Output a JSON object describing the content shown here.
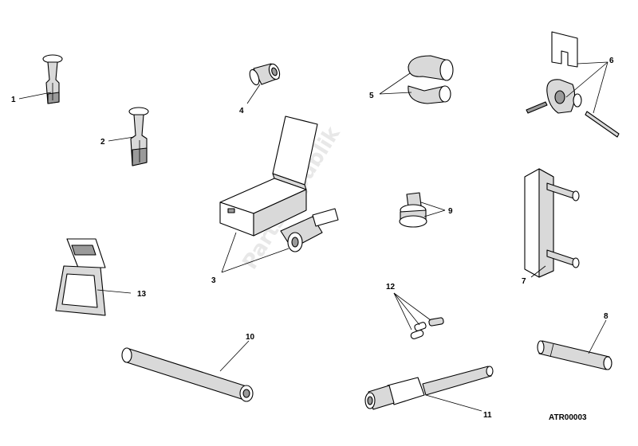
{
  "watermark": "PartsRepublik",
  "reference": "ATR00003",
  "callouts": {
    "c1": "1",
    "c2": "2",
    "c3": "3",
    "c4": "4",
    "c5": "5",
    "c6": "6",
    "c7": "7",
    "c8": "8",
    "c9": "9",
    "c10": "10",
    "c11": "11",
    "c12": "12",
    "c13": "13"
  }
}
